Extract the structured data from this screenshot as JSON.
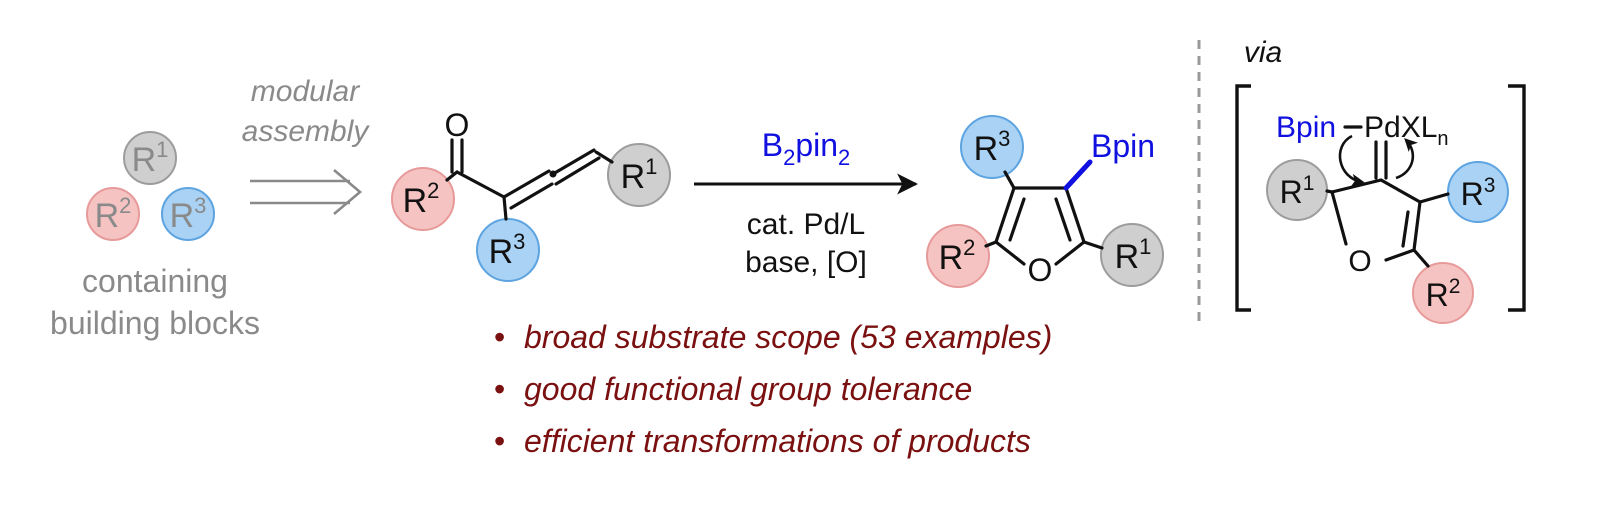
{
  "building_blocks": {
    "r1": {
      "base": "R",
      "sup": "1"
    },
    "r2": {
      "base": "R",
      "sup": "2"
    },
    "r3": {
      "base": "R",
      "sup": "3"
    },
    "caption_line1": "containing",
    "caption_line2": "building blocks"
  },
  "retro_arrow": {
    "label_line1": "modular",
    "label_line2": "assembly"
  },
  "substrate": {
    "oxygen": "O",
    "r1": {
      "base": "R",
      "sup": "1"
    },
    "r2": {
      "base": "R",
      "sup": "2"
    },
    "r3": {
      "base": "R",
      "sup": "3"
    }
  },
  "reaction": {
    "reagent": {
      "base": "B",
      "sub": "2",
      "mid": "pin",
      "sub2": "2"
    },
    "conditions_line1": "cat. Pd/L",
    "conditions_line2": "base, [O]"
  },
  "product": {
    "bpin": "Bpin",
    "oxygen": "O",
    "r1": {
      "base": "R",
      "sup": "1"
    },
    "r2": {
      "base": "R",
      "sup": "2"
    },
    "r3": {
      "base": "R",
      "sup": "3"
    }
  },
  "intermediate": {
    "via": "via",
    "bpin": "Bpin",
    "pd": {
      "base": "PdXL",
      "sub": "n"
    },
    "oxygen": "O",
    "r1": {
      "base": "R",
      "sup": "1"
    },
    "r2": {
      "base": "R",
      "sup": "2"
    },
    "r3": {
      "base": "R",
      "sup": "3"
    }
  },
  "highlights": [
    {
      "bullet": "•",
      "text": "broad substrate scope (53 examples)"
    },
    {
      "bullet": "•",
      "text": "good functional group tolerance"
    },
    {
      "bullet": "•",
      "text": "efficient transformations of products"
    }
  ],
  "colors": {
    "gray_fill": "#cfcfcf",
    "gray_stroke": "#9c9c9c",
    "red_fill": "#f6c3c3",
    "red_stroke": "#e79a9a",
    "blue_fill": "#a9d2f5",
    "blue_stroke": "#5ea4e0",
    "blue_text": "#1010e0",
    "red_text": "#7a1010"
  }
}
